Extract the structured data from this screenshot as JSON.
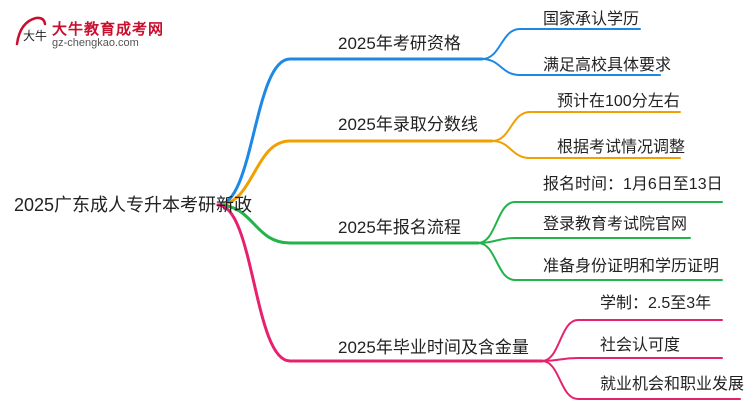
{
  "logo": {
    "title": "大牛教育成考网",
    "url": "gz-chengkao.com",
    "mark_text": "大牛",
    "accent": "#c8102e"
  },
  "root": {
    "label": "2025广东成人专升本考研新政"
  },
  "branches": [
    {
      "label": "2025年考研资格",
      "color": "#1e88e5",
      "leaves": [
        "国家承认学历",
        "满足高校具体要求"
      ]
    },
    {
      "label": "2025年录取分数线",
      "color": "#f0a000",
      "leaves": [
        "预计在100分左右",
        "根据考试情况调整"
      ]
    },
    {
      "label": "2025年报名流程",
      "color": "#22b34a",
      "leaves": [
        "报名时间：1月6日至13日",
        "登录教育考试院官网",
        "准备身份证明和学历证明"
      ]
    },
    {
      "label": "2025年毕业时间及含金量",
      "color": "#e6216e",
      "leaves": [
        "学制：2.5至3年",
        "社会认可度",
        "就业机会和职业发展"
      ]
    }
  ]
}
